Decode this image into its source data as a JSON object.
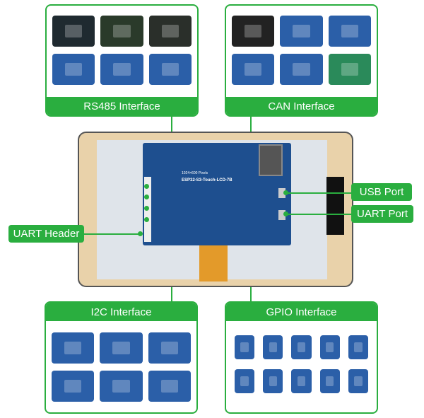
{
  "panels": {
    "rs485": {
      "label": "RS485 Interface",
      "modules": [
        "#1f2a30",
        "#2a3a2a",
        "#2a2f2a",
        "#2b5fa8",
        "#2b5fa8",
        "#2b5fa8"
      ]
    },
    "can": {
      "label": "CAN Interface",
      "modules": [
        "#222",
        "#2b5fa8",
        "#2b5fa8",
        "#2b5fa8",
        "#2b5fa8",
        "#2a8a5a"
      ]
    },
    "i2c": {
      "label": "I2C Interface",
      "modules": [
        "#2b5fa8",
        "#2b5fa8",
        "#2b5fa8",
        "#2b5fa8",
        "#2b5fa8",
        "#2b5fa8"
      ]
    },
    "gpio": {
      "label": "GPIO Interface",
      "modules": [
        "#2b5fa8",
        "#2b5fa8",
        "#2b5fa8",
        "#2b5fa8",
        "#2b5fa8",
        "#2b5fa8",
        "#2b5fa8",
        "#2b5fa8",
        "#2b5fa8",
        "#2b5fa8"
      ]
    }
  },
  "side_labels": {
    "usb": "USB Port",
    "uart_port": "UART Port",
    "uart_header": "UART Header"
  },
  "board": {
    "resolution": "1024×600 Pixels",
    "model": "ESP32-S3-Touch-LCD-7B"
  },
  "colors": {
    "accent": "#2aae3f",
    "pcb": "#1e4f8f"
  }
}
